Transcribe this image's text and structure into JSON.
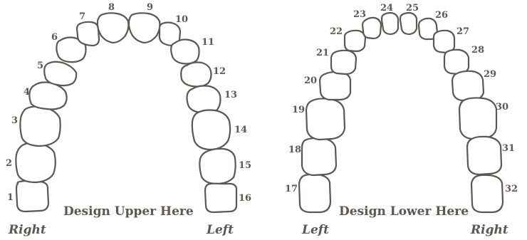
{
  "colors": {
    "outline": "#5e5750",
    "text": "#5e5750",
    "background": "#ffffff"
  },
  "upper_chart": {
    "caption": "Design Upper Here",
    "right_label": "Right",
    "left_label": "Left",
    "teeth": [
      "1",
      "2",
      "3",
      "4",
      "5",
      "6",
      "7",
      "8",
      "9",
      "10",
      "11",
      "12",
      "13",
      "14",
      "15",
      "16"
    ]
  },
  "lower_chart": {
    "caption": "Design Lower Here",
    "left_label": "Left",
    "right_label": "Right",
    "teeth": [
      "17",
      "18",
      "19",
      "20",
      "21",
      "22",
      "23",
      "24",
      "25",
      "26",
      "27",
      "28",
      "29",
      "30",
      "31",
      "32"
    ]
  }
}
